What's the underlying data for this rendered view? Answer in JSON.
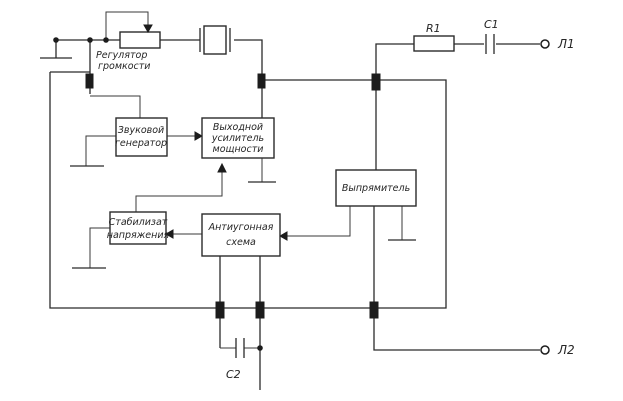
{
  "blocks": {
    "volume_control": [
      "Регулятор",
      "громкости"
    ],
    "tone_generator": [
      "Звуковой",
      "генератор"
    ],
    "power_amplifier": [
      "Выходной",
      "усилитель",
      "мощности"
    ],
    "rectifier": [
      "Выпрямитель"
    ],
    "voltage_stabilizer": [
      "Стабилизат",
      "напряжения"
    ],
    "antitheft_circuit": [
      "Антиугонная",
      "схема"
    ]
  },
  "parts": {
    "resistor": "R1",
    "capacitor_top": "C1",
    "capacitor_bottom": "C2"
  },
  "terminals": {
    "line_1": "Л1",
    "line_2": "Л2"
  }
}
